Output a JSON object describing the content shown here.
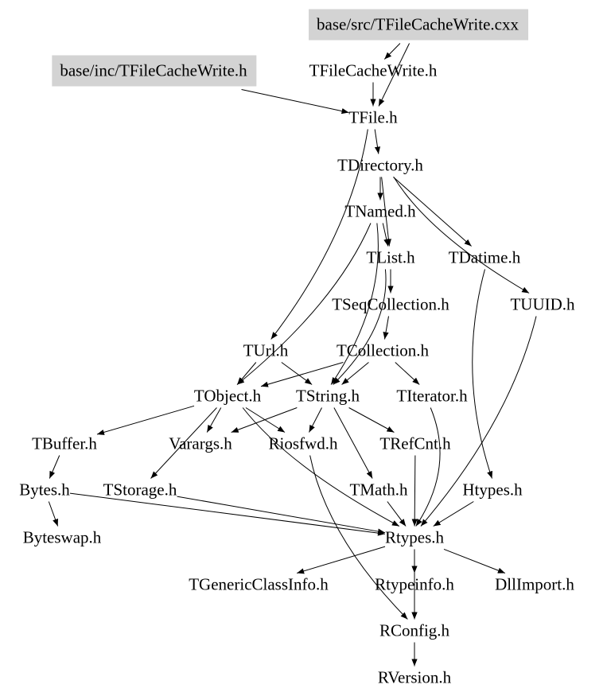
{
  "graph": {
    "title": "Include dependency graph for TFileCacheWrite",
    "colors": {
      "highlight_fill": "#d3d3d3",
      "edge": "#000000",
      "text": "#000000"
    },
    "nodes": [
      {
        "id": "src_cxx",
        "label": "base/src/TFileCacheWrite.cxx",
        "highlight": true
      },
      {
        "id": "inc_h",
        "label": "base/inc/TFileCacheWrite.h",
        "highlight": true
      },
      {
        "id": "TFileCacheWrite",
        "label": "TFileCacheWrite.h"
      },
      {
        "id": "TFile",
        "label": "TFile.h"
      },
      {
        "id": "TDirectory",
        "label": "TDirectory.h"
      },
      {
        "id": "TNamed",
        "label": "TNamed.h"
      },
      {
        "id": "TList",
        "label": "TList.h"
      },
      {
        "id": "TDatime",
        "label": "TDatime.h"
      },
      {
        "id": "TUUID",
        "label": "TUUID.h"
      },
      {
        "id": "TSeqCollection",
        "label": "TSeqCollection.h"
      },
      {
        "id": "TUrl",
        "label": "TUrl.h"
      },
      {
        "id": "TCollection",
        "label": "TCollection.h"
      },
      {
        "id": "TObject",
        "label": "TObject.h"
      },
      {
        "id": "TString",
        "label": "TString.h"
      },
      {
        "id": "TIterator",
        "label": "TIterator.h"
      },
      {
        "id": "TBuffer",
        "label": "TBuffer.h"
      },
      {
        "id": "Varargs",
        "label": "Varargs.h"
      },
      {
        "id": "Riosfwd",
        "label": "Riosfwd.h"
      },
      {
        "id": "TRefCnt",
        "label": "TRefCnt.h"
      },
      {
        "id": "Bytes",
        "label": "Bytes.h"
      },
      {
        "id": "TStorage",
        "label": "TStorage.h"
      },
      {
        "id": "TMath",
        "label": "TMath.h"
      },
      {
        "id": "Htypes",
        "label": "Htypes.h"
      },
      {
        "id": "Byteswap",
        "label": "Byteswap.h"
      },
      {
        "id": "Rtypes",
        "label": "Rtypes.h"
      },
      {
        "id": "TGenericClassInfo",
        "label": "TGenericClassInfo.h"
      },
      {
        "id": "Rtypeinfo",
        "label": "Rtypeinfo.h"
      },
      {
        "id": "DllImport",
        "label": "DllImport.h"
      },
      {
        "id": "RConfig",
        "label": "RConfig.h"
      },
      {
        "id": "RVersion",
        "label": "RVersion.h"
      }
    ],
    "edges": [
      {
        "from": "src_cxx",
        "to": "TFileCacheWrite"
      },
      {
        "from": "src_cxx",
        "to": "TFile"
      },
      {
        "from": "inc_h",
        "to": "TFile"
      },
      {
        "from": "TFileCacheWrite",
        "to": "TFile"
      },
      {
        "from": "TFile",
        "to": "TDirectory"
      },
      {
        "from": "TFile",
        "to": "TUrl"
      },
      {
        "from": "TDirectory",
        "to": "TNamed"
      },
      {
        "from": "TDirectory",
        "to": "TList"
      },
      {
        "from": "TDirectory",
        "to": "TDatime"
      },
      {
        "from": "TDirectory",
        "to": "TUUID"
      },
      {
        "from": "TNamed",
        "to": "TList"
      },
      {
        "from": "TNamed",
        "to": "TObject"
      },
      {
        "from": "TNamed",
        "to": "TString"
      },
      {
        "from": "TList",
        "to": "TSeqCollection"
      },
      {
        "from": "TList",
        "to": "TString"
      },
      {
        "from": "TSeqCollection",
        "to": "TCollection"
      },
      {
        "from": "TUrl",
        "to": "TObject"
      },
      {
        "from": "TUrl",
        "to": "TString"
      },
      {
        "from": "TCollection",
        "to": "TObject"
      },
      {
        "from": "TCollection",
        "to": "TString"
      },
      {
        "from": "TCollection",
        "to": "TIterator"
      },
      {
        "from": "TDatime",
        "to": "Htypes"
      },
      {
        "from": "TUUID",
        "to": "Rtypes"
      },
      {
        "from": "TObject",
        "to": "TBuffer"
      },
      {
        "from": "TObject",
        "to": "Varargs"
      },
      {
        "from": "TObject",
        "to": "Riosfwd"
      },
      {
        "from": "TObject",
        "to": "TStorage"
      },
      {
        "from": "TObject",
        "to": "Rtypes"
      },
      {
        "from": "TString",
        "to": "Riosfwd"
      },
      {
        "from": "TString",
        "to": "TRefCnt"
      },
      {
        "from": "TString",
        "to": "TMath"
      },
      {
        "from": "TString",
        "to": "Varargs"
      },
      {
        "from": "TIterator",
        "to": "Rtypes"
      },
      {
        "from": "TBuffer",
        "to": "Bytes"
      },
      {
        "from": "Riosfwd",
        "to": "RConfig"
      },
      {
        "from": "TRefCnt",
        "to": "Rtypes"
      },
      {
        "from": "Bytes",
        "to": "Byteswap"
      },
      {
        "from": "Bytes",
        "to": "Rtypes"
      },
      {
        "from": "TStorage",
        "to": "Rtypes"
      },
      {
        "from": "TMath",
        "to": "Rtypes"
      },
      {
        "from": "Htypes",
        "to": "Rtypes"
      },
      {
        "from": "Rtypes",
        "to": "TGenericClassInfo"
      },
      {
        "from": "Rtypes",
        "to": "Rtypeinfo"
      },
      {
        "from": "Rtypes",
        "to": "DllImport"
      },
      {
        "from": "Rtypes",
        "to": "RConfig"
      },
      {
        "from": "Rtypeinfo",
        "to": "RConfig"
      },
      {
        "from": "RConfig",
        "to": "RVersion"
      }
    ]
  }
}
